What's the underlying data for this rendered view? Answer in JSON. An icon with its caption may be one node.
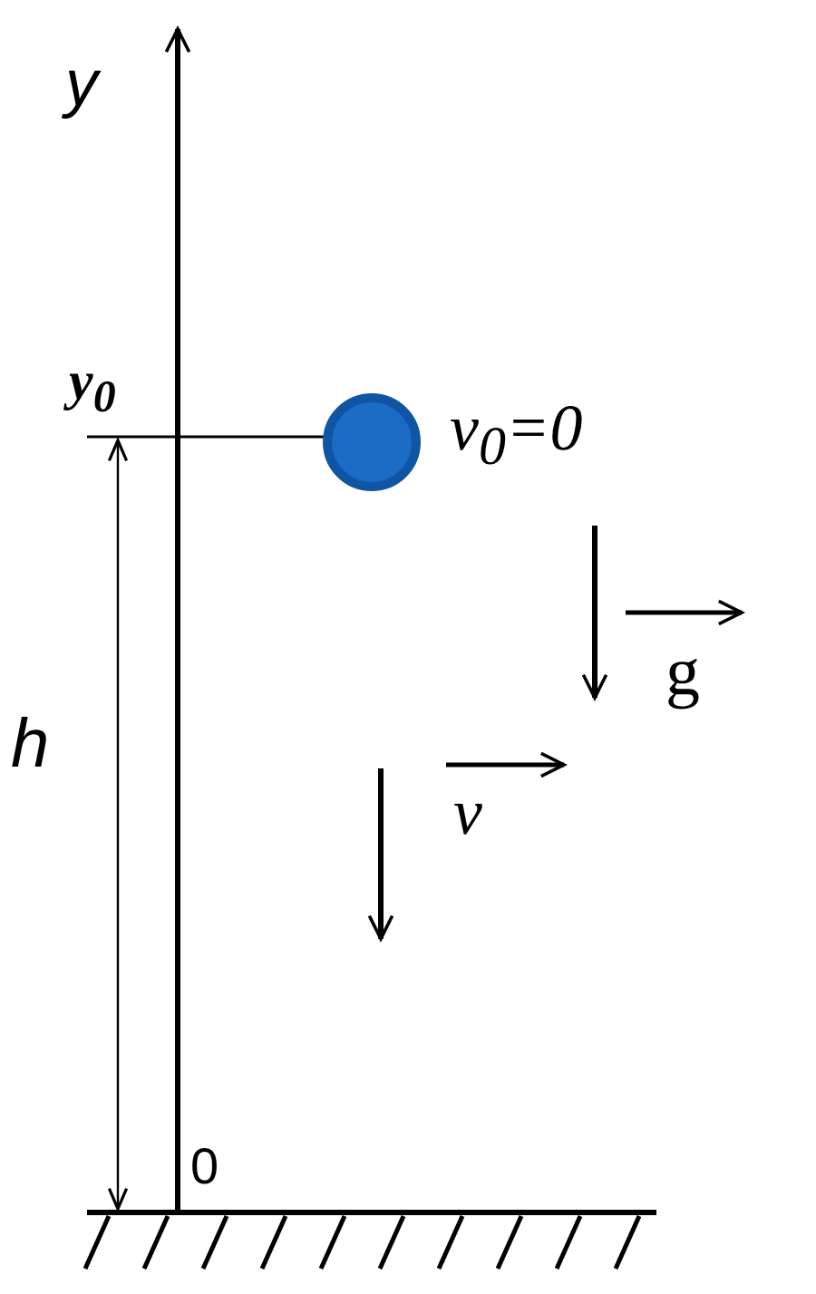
{
  "diagram": {
    "nodes": [
      {
        "text": [],
        "shape": "circle",
        "beside": [
          "v$_{0}$=0"
        ]
      }
    ],
    "labels": [
      "y",
      "y$_{0}$",
      "h",
      "0",
      "g",
      "v"
    ]
  }
}
